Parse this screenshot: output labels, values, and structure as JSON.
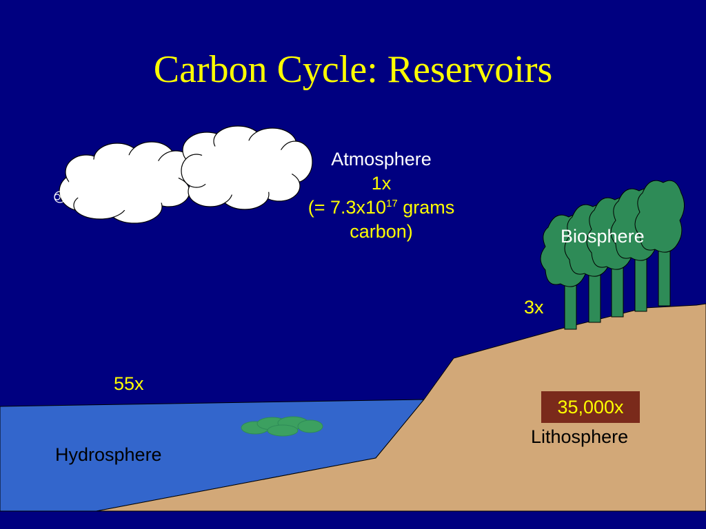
{
  "title": "Carbon Cycle: Reservoirs",
  "atmosphere": {
    "label": "Atmosphere",
    "multiplier": "1x",
    "note_prefix": "(= 7.3x10",
    "note_exponent": "17",
    "note_suffix": " grams",
    "note_line2": "carbon)"
  },
  "biosphere": {
    "label": "Biosphere",
    "multiplier": "3x"
  },
  "hydrosphere": {
    "label": "Hydrosphere",
    "multiplier": "55x"
  },
  "lithosphere": {
    "label": "Lithosphere",
    "multiplier": "35,000x"
  },
  "colors": {
    "background": "#000080",
    "title": "#FFFF00",
    "ocean": "#3366CC",
    "land": "#D2A878",
    "tree_crown": "#2E8B57",
    "badge": "#7A2A1B",
    "cloud": "#FFFFFF"
  }
}
